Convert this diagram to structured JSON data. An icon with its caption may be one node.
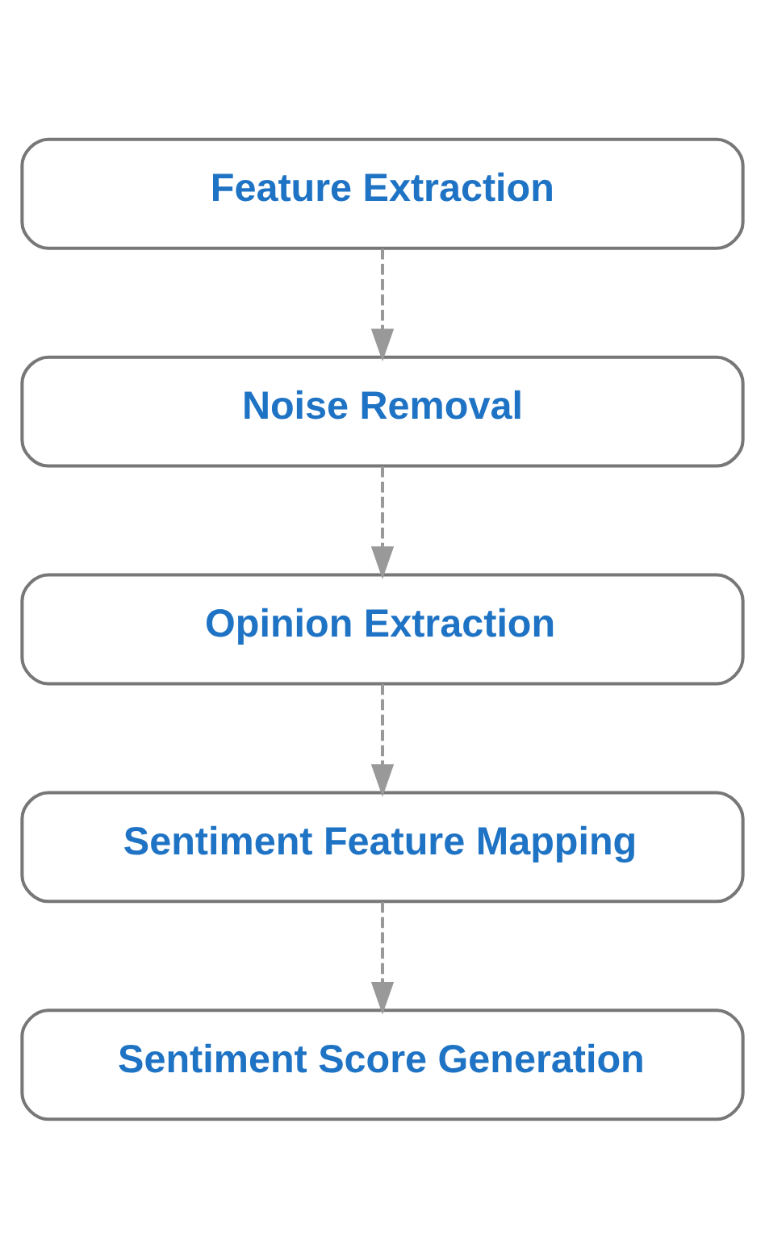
{
  "diagram": {
    "nodes": [
      {
        "text": [
          "Feature Extraction"
        ]
      },
      {
        "text": [
          "Noise Removal"
        ]
      },
      {
        "text": [
          "Opinion Extraction"
        ]
      },
      {
        "text": [
          "Sentiment Feature Mapping"
        ]
      },
      {
        "text": [
          "Sentiment Score Generation"
        ]
      }
    ],
    "edges": [
      {
        "from": 0,
        "to": 1,
        "arrow": "to",
        "style": "dashed"
      },
      {
        "from": 1,
        "to": 2,
        "arrow": "to",
        "style": "dashed"
      },
      {
        "from": 2,
        "to": 3,
        "arrow": "to",
        "style": "dashed"
      },
      {
        "from": 3,
        "to": 4,
        "arrow": "to",
        "style": "dashed"
      }
    ]
  }
}
